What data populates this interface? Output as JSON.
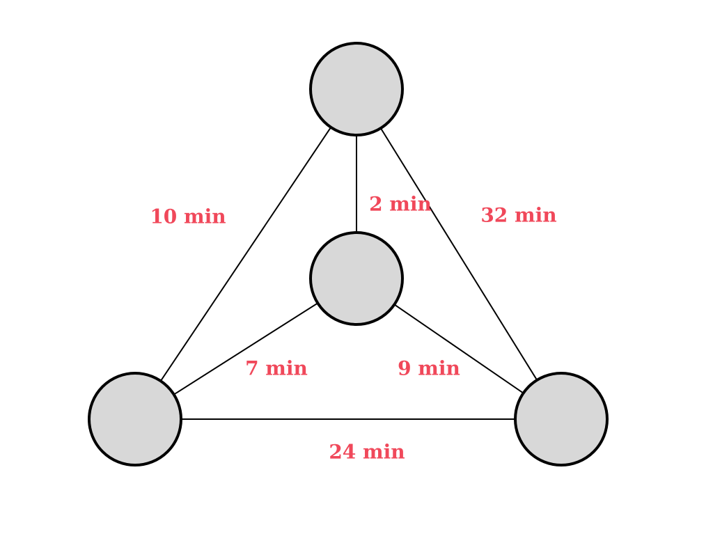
{
  "colors": {
    "label": "#f0485a",
    "node_fill": "#d8d8d8",
    "node_stroke": "#000000",
    "edge": "#000000"
  },
  "nodes": [
    {
      "id": "top"
    },
    {
      "id": "center"
    },
    {
      "id": "bottom-left"
    },
    {
      "id": "bottom-right"
    }
  ],
  "edges": [
    {
      "from": "top",
      "to": "bottom-left",
      "label": "10 min"
    },
    {
      "from": "top",
      "to": "center",
      "label": "2 min"
    },
    {
      "from": "top",
      "to": "bottom-right",
      "label": "32 min"
    },
    {
      "from": "center",
      "to": "bottom-left",
      "label": "7 min"
    },
    {
      "from": "center",
      "to": "bottom-right",
      "label": "9 min"
    },
    {
      "from": "bottom-left",
      "to": "bottom-right",
      "label": "24 min"
    }
  ]
}
